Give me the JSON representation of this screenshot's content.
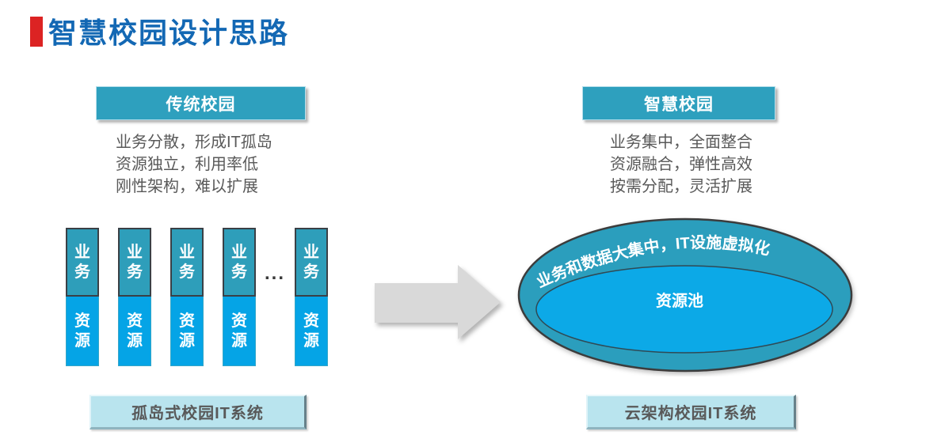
{
  "title": {
    "text": "智慧校园设计思路"
  },
  "left": {
    "header": "传统校园",
    "desc_line1": "业务分散，形成IT孤岛",
    "desc_line2": "资源独立，利用率低",
    "desc_line3": "刚性架构，难以扩展",
    "pillar_top": "业务",
    "pillar_bottom": "资源",
    "ellipsis": "...",
    "footer": "孤岛式校园IT系统"
  },
  "right": {
    "header": "智慧校园",
    "desc_line1": "业务集中，全面整合",
    "desc_line2": "资源融合，弹性高效",
    "desc_line3": "按需分配，灵活扩展",
    "ellipse_arc_text": "业务和数据大集中，IT设施虚拟化",
    "ellipse_center_text": "资源池",
    "footer": "云架构校园IT系统"
  },
  "colors": {
    "title_blue": "#1368B4",
    "accent_red": "#DC2323",
    "header_teal": "#2EA0BE",
    "pillar_top_teal": "#2E9EBA",
    "pillar_bottom_blue": "#05A4E6",
    "outer_ellipse_teal": "#2B9EBD",
    "inner_ellipse_blue": "#0CA9E7",
    "footer_cyan": "#B9E4EE",
    "arrow_gray": "#D9D9D9",
    "body_text_gray": "#595959"
  }
}
